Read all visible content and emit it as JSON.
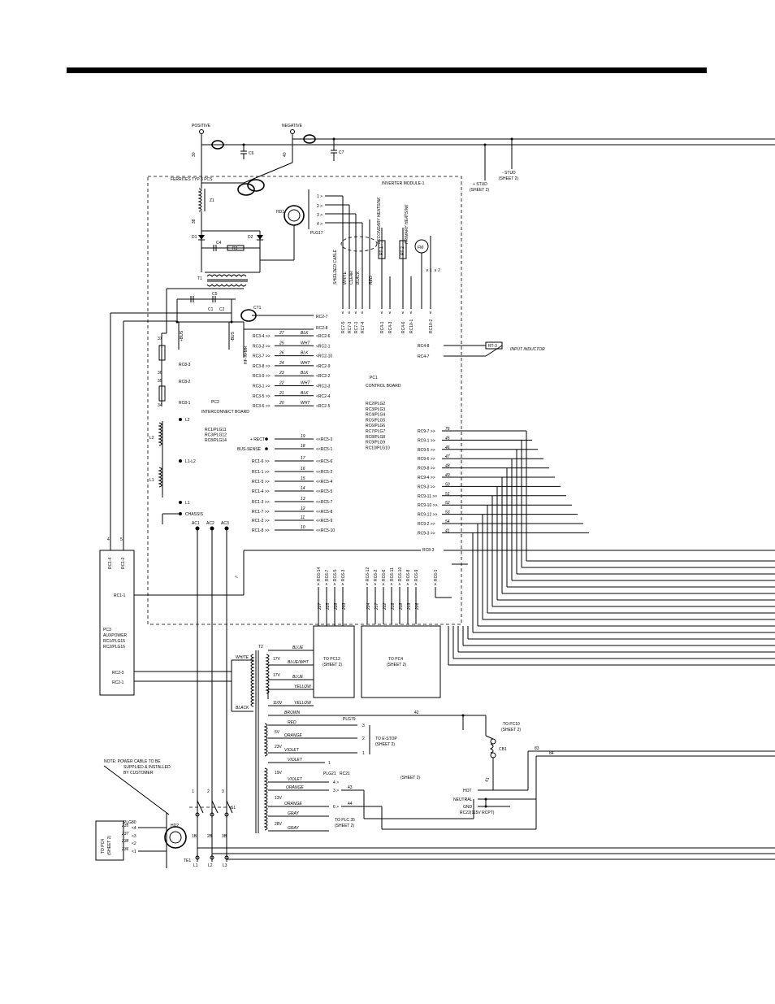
{
  "terminals": {
    "positive": "POSITIVE",
    "negative": "NEGATIVE",
    "plus_stud": "+ STUD",
    "minus_stud": "- STUD",
    "sheet2": "(SHEET 2)"
  },
  "capacitors": {
    "c6": "C6",
    "c7": "C7",
    "c4": "C4",
    "c5": "C5"
  },
  "inverter": {
    "ferrites": "FERRITES TYP 3 PCS",
    "module": "INVERTER MODULE-1",
    "z1": "Z1",
    "d1": "D1",
    "d2": "D2",
    "r3": "R3",
    "t1": "T1",
    "hd1": "HD1",
    "ct1": "CT1",
    "plg17": "PLG17",
    "c1": "C1",
    "c2": "C2",
    "bus_plus": "+BUS",
    "bus_minus": "-BUS",
    "hf_xfmr": "HF-XFMR",
    "input_inductor": "INPUT INDUCTOR",
    "fm": "FM",
    "rt1": "RT-1",
    "rt2": "RT-2",
    "rt3": "RT-3",
    "thermal_sec": "SECONDARY HEATSINK",
    "thermal_pri": "PRIMARY HEATSINK",
    "cable_labels": [
      "SHIELDED CABLE",
      "WHITE",
      "CLEAR",
      "BLACK",
      "RED"
    ]
  },
  "pc1": {
    "title": "PC1",
    "subtitle": "CONTROL BOARD",
    "plugs": [
      "RC2/PLG2",
      "RC3/PLG3",
      "RC4/PLG4",
      "RC5/PLG5",
      "RC6/PLG6",
      "RC7/PLG7",
      "RC8/PLG8",
      "RC9/PLG9",
      "RC10/PLG10"
    ]
  },
  "pc2": {
    "title": "PC2",
    "subtitle": "INTERCONNECT BOARD",
    "plugs": [
      "RC1/PLG11",
      "RC3/PLG12",
      "RC8/PLG14"
    ],
    "plus_rect": "+ RECT",
    "bus_sense": "BUS-SENSE",
    "l2": "L2",
    "l1_l2": "L1-L2",
    "l1": "L1",
    "chassis": "CHASSIS",
    "ac1": "AC1",
    "ac2": "AC2",
    "ac3": "AC3"
  },
  "pc3": {
    "lines": [
      "PC3",
      "AUXPOWER",
      "RC1/PLG15",
      "RC2/PLG16"
    ],
    "rc1_4": "RC1-4",
    "rc1_2": "RC1-2",
    "rc1_1": "RC1-1",
    "rc2_3": "RC2-3",
    "rc2_1": "RC2-1"
  },
  "transformer_t2": {
    "label": "T2",
    "white": "WHITE",
    "black": "BLACK",
    "v17a": "17V",
    "v17b": "17V",
    "v110": "110V",
    "v5": "5V",
    "v23": "23V",
    "v19": "19V",
    "v13": "13V",
    "v28": "28V",
    "blue": "BLUE",
    "blue_wht": "BLUE/WHT",
    "blue2": "BLUE",
    "yellow": "YELLOW",
    "yellow2": "YELLOW",
    "brown": "BROWN",
    "red": "RED",
    "orange": "ORANGE",
    "violet": "VIOLET",
    "violet2": "VIOLET",
    "violet3": "VIOLET",
    "orange2": "ORANGE",
    "orange3": "ORANGE",
    "gray": "GRAY",
    "gray2": "GRAY"
  },
  "boxes": {
    "to_pc12": "TO PC12",
    "to_pc4": "TO PC4",
    "sheet2": "(SHEET 2)",
    "to_pc10": "TO PC10",
    "to_estop": "TO E-STOP",
    "to_plc35": "TO PLC 35",
    "plg79": "PLG79",
    "plg21": "PLG21",
    "rc21": "RC21",
    "cb1": "CB1",
    "sheet2_mid": "(SHEET 2)",
    "hot": "HOT",
    "neutral": "NEUTRAL",
    "gnd": "GND",
    "rc22": "RC22(115V RCPT)"
  },
  "note": {
    "line1": "NOTE: POWER CABLE TO BE",
    "line2": "SUPPLIED & INSTALLED",
    "line3": "BY CUSTOMER"
  },
  "input": {
    "plg80": "PLG80",
    "to_pc4": "TO PC4",
    "sheet2": "(SHEET 2)",
    "hd2": "HD2",
    "s1": "S1",
    "te1": "TE1",
    "l1": "L1",
    "l2": "L2",
    "l3": "L3"
  },
  "pc2_left_pins": [
    "RC3-4",
    "RC3-3",
    "RC3-7",
    "RC3-8",
    "RC3-9",
    "RC3-1",
    "RC3-5",
    "RC3-6"
  ],
  "pc1_rc2_pins": [
    "RC2-7",
    "RC2-8",
    "RC2-6",
    "RC2-1",
    "RC2-10",
    "RC2-9",
    "RC2-2",
    "RC2-3",
    "RC2-4",
    "RC2-5"
  ],
  "rc2_wire_nums": [
    "27",
    "25",
    "26",
    "24",
    "23",
    "22",
    "21",
    "20"
  ],
  "rc2_wire_colors": [
    "BLK",
    "WHT",
    "BLK",
    "WHT",
    "BLK",
    "WHT",
    "BLK",
    "WHT"
  ],
  "pc2_rc5_left": [
    "RC1-6",
    "RC1-1",
    "RC1-5",
    "RC1-4",
    "RC1-3",
    "RC1-7",
    "RC1-2",
    "RC1-8"
  ],
  "pc1_rc5_pins": [
    "RC5-3",
    "RC5-1",
    "RC5-6",
    "RC5-2",
    "RC5-4",
    "RC5-5",
    "RC5-7",
    "RC5-8",
    "RC5-9",
    "RC5-10"
  ],
  "rc5_wire_nums": [
    "19",
    "18",
    "17",
    "16",
    "15",
    "14",
    "13",
    "12",
    "11",
    "10"
  ],
  "pc1_right_pins": [
    "RC9-7",
    "RC9-1",
    "RC9-5",
    "RC9-6",
    "RC9-8",
    "RC9-4",
    "RC9-3",
    "RC9-11",
    "RC9-10",
    "RC9-12",
    "RC9-2",
    "RC9-3"
  ],
  "right_wire_nums": [
    "76",
    "45",
    "46",
    "47",
    "48",
    "49",
    "50",
    "51",
    "52",
    "53",
    "54",
    "41"
  ],
  "pc1_top_pins": [
    "RC7-5",
    "RC7-3",
    "RC7-1",
    "RC7-4",
    "RC4-1",
    "RC4-3",
    "RC4-6",
    "RC10-1",
    "RC10-2"
  ],
  "pc1_bottom_pins": [
    "RC6-14",
    "RC6-7",
    "RC6-5",
    "RC6-3",
    "RC6-12",
    "RC6-2",
    "RC6-6",
    "RC6-11",
    "RC6-10",
    "RC6-8",
    "RC6-9",
    "RC6-1"
  ],
  "bottom_wire_nums": [
    "227",
    "225",
    "228",
    "233",
    "224",
    "217",
    "222",
    "216",
    "218",
    "219",
    "226"
  ],
  "rc4_pins": [
    "RC4-8",
    "RC4-7"
  ],
  "rc8_pins": [
    "RC8-3",
    "RC8-2",
    "RC8-1"
  ],
  "plg80_wires": [
    "235",
    "237",
    "238",
    "236"
  ],
  "plg80_pins": [
    "4",
    "3",
    "2",
    "1"
  ],
  "misc_wire_nums": {
    "w30": "30",
    "w40": "40",
    "w38": "38",
    "w37": "37",
    "w36": "36",
    "w35": "35",
    "w34": "34",
    "w4": "4",
    "w5": "5",
    "w7": "7",
    "w42": "42",
    "w43": "43",
    "w44": "44",
    "w61": "61",
    "w83": "83",
    "w84": "84",
    "w1": "1",
    "w2": "2",
    "w3": "3",
    "w1b": "1B",
    "w2b": "2B",
    "w3b": "3B"
  }
}
